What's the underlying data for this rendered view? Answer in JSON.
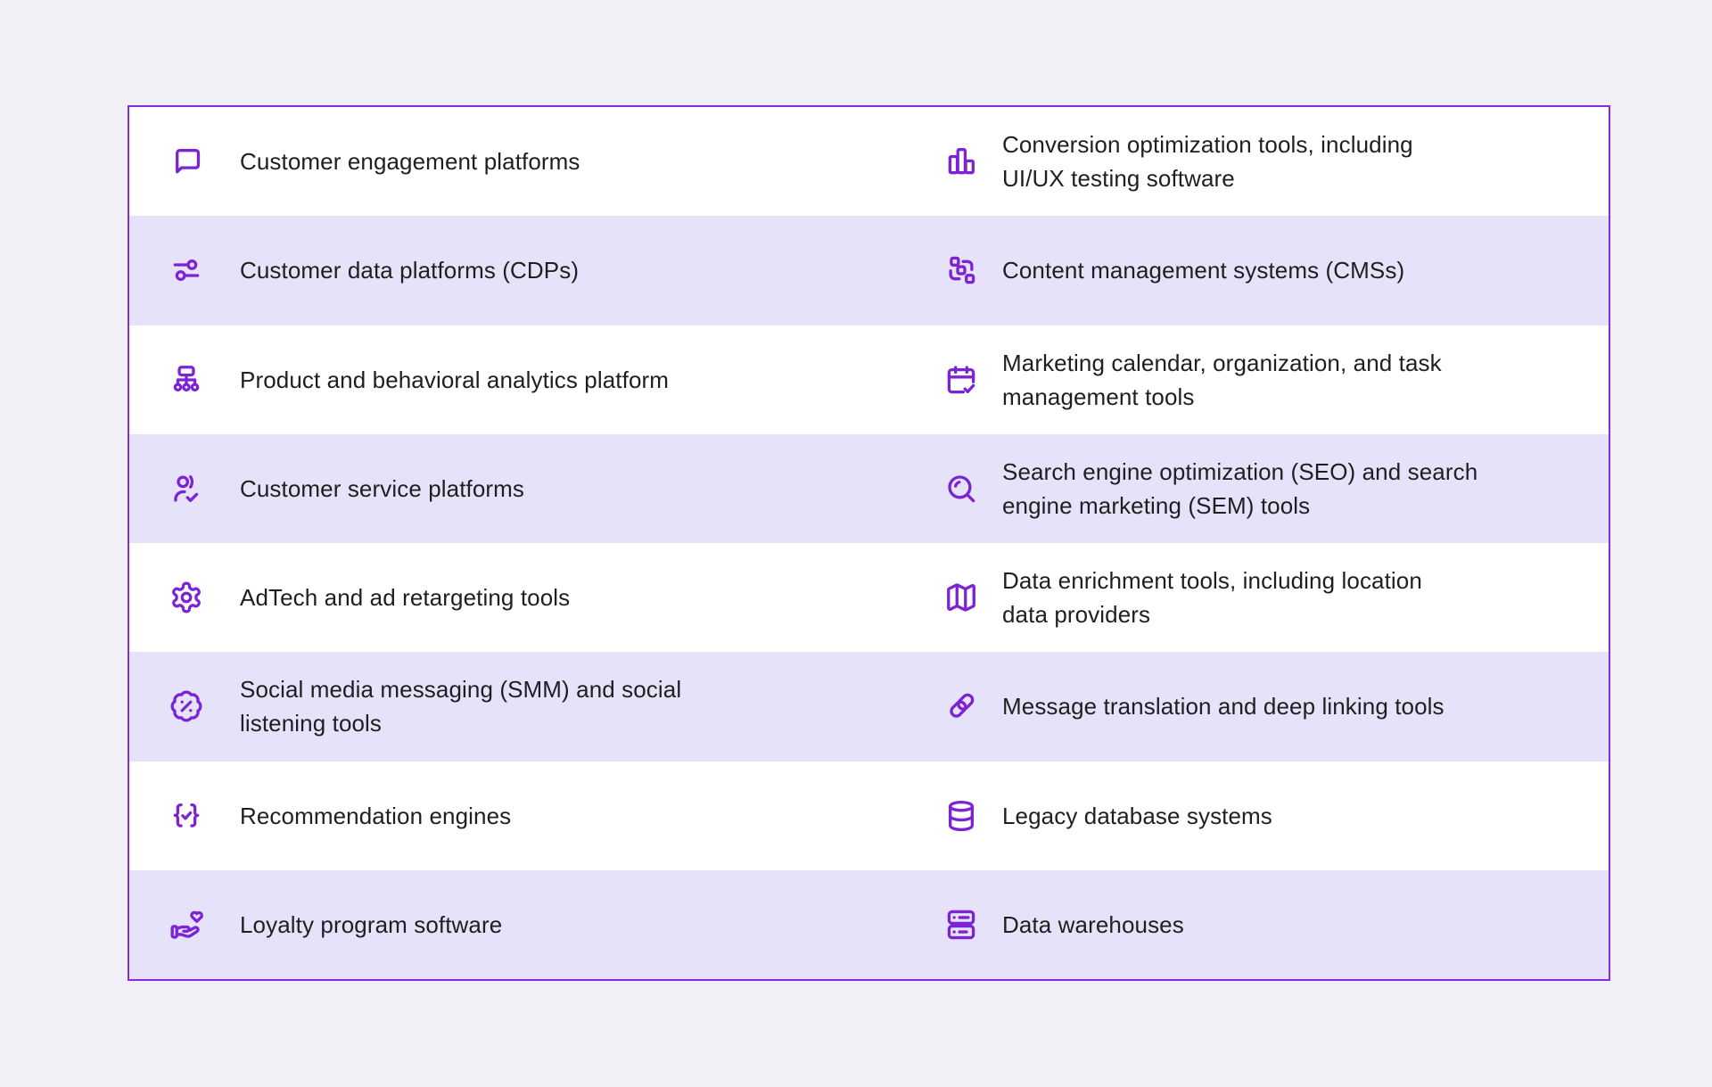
{
  "page": {
    "background_color": "#f2f0f7"
  },
  "panel": {
    "border_color": "#8a2bd8",
    "row_white_color": "#ffffff",
    "row_alt_color": "#e6e2fa",
    "icon_color": "#7d23d6",
    "text_color": "#1f1f1f",
    "rows": [
      {
        "left": {
          "icon": "chat-bubble-icon",
          "label": "Customer engagement platforms"
        },
        "right": {
          "icon": "bar-chart-icon",
          "label": "Conversion optimization tools, including\nUI/UX testing software"
        }
      },
      {
        "left": {
          "icon": "sliders-icon",
          "label": "Customer data platforms (CDPs)"
        },
        "right": {
          "icon": "components-icon",
          "label": "Content management systems (CMSs)"
        }
      },
      {
        "left": {
          "icon": "sitemap-icon",
          "label": "Product and behavioral analytics platform"
        },
        "right": {
          "icon": "calendar-check-icon",
          "label": "Marketing calendar, organization, and task\nmanagement tools"
        }
      },
      {
        "left": {
          "icon": "user-check-icon",
          "label": "Customer service platforms"
        },
        "right": {
          "icon": "search-icon",
          "label": "Search engine optimization (SEO) and search\nengine marketing (SEM) tools"
        }
      },
      {
        "left": {
          "icon": "gear-icon",
          "label": "AdTech and ad retargeting tools"
        },
        "right": {
          "icon": "map-icon",
          "label": "Data enrichment tools, including location\ndata providers"
        }
      },
      {
        "left": {
          "icon": "badge-percent-icon",
          "label": "Social media messaging (SMM) and social\nlistening tools"
        },
        "right": {
          "icon": "chain-link-icon",
          "label": "Message translation and deep linking tools"
        }
      },
      {
        "left": {
          "icon": "braces-check-icon",
          "label": "Recommendation engines"
        },
        "right": {
          "icon": "database-icon",
          "label": "Legacy database systems"
        }
      },
      {
        "left": {
          "icon": "hand-heart-icon",
          "label": "Loyalty program software"
        },
        "right": {
          "icon": "server-stack-icon",
          "label": "Data warehouses"
        }
      }
    ]
  }
}
